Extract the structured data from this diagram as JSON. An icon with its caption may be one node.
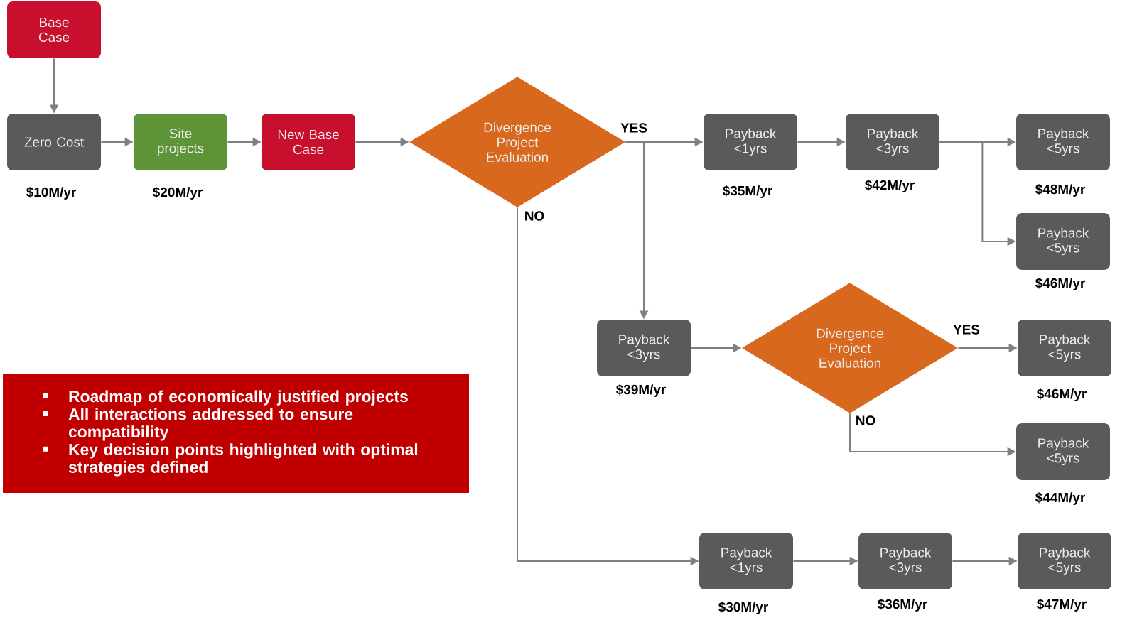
{
  "diagram": {
    "nodes": [
      {
        "text": [
          "Base Case"
        ]
      },
      {
        "text": [
          "Zero Cost"
        ],
        "beside": [
          "$10M/yr"
        ]
      },
      {
        "text": [
          "Site projects"
        ],
        "beside": [
          "$20M/yr"
        ]
      },
      {
        "text": [
          "New Base Case"
        ]
      },
      {
        "text": [
          "Divergence Project Evaluation"
        ]
      },
      {
        "text": [
          "Payback <1yrs"
        ],
        "beside": [
          "$35M/yr"
        ]
      },
      {
        "text": [
          "Payback <3yrs"
        ],
        "beside": [
          "$42M/yr"
        ]
      },
      {
        "text": [
          "Payback <5yrs"
        ],
        "beside": [
          "$48M/yr"
        ]
      },
      {
        "text": [
          "Payback <5yrs"
        ],
        "beside": [
          "$46M/yr"
        ]
      },
      {
        "text": [
          "Payback <3yrs"
        ],
        "beside": [
          "$39M/yr"
        ]
      },
      {
        "text": [
          "Divergence Project Evaluation"
        ]
      },
      {
        "text": [
          "Payback <5yrs"
        ],
        "beside": [
          "$46M/yr"
        ]
      },
      {
        "text": [
          "Payback <5yrs"
        ],
        "beside": [
          "$44M/yr"
        ]
      },
      {
        "text": [
          "Payback <1yrs"
        ],
        "beside": [
          "$30M/yr"
        ]
      },
      {
        "text": [
          "Payback <3yrs"
        ],
        "beside": [
          "$36M/yr"
        ]
      },
      {
        "text": [
          "Payback <5yrs"
        ],
        "beside": [
          "$47M/yr"
        ]
      },
      {
        "text": [
          "Roadmap of economically justified projects",
          "All interactions addressed to ensure compatibility",
          "Key decision points highlighted with optimal strategies defined"
        ]
      }
    ],
    "edges": [
      {
        "from": 0,
        "to": 1,
        "arrow": "to"
      },
      {
        "from": 1,
        "to": 2,
        "arrow": "to"
      },
      {
        "from": 2,
        "to": 3,
        "arrow": "to"
      },
      {
        "from": 3,
        "to": 4,
        "arrow": "to"
      },
      {
        "from": 4,
        "to": 5,
        "arrow": "to",
        "label": "YES"
      },
      {
        "from": 5,
        "to": 6,
        "arrow": "to"
      },
      {
        "from": 6,
        "to": 7,
        "arrow": "to"
      },
      {
        "from": 6,
        "to": 8,
        "arrow": "to"
      },
      {
        "from": 4,
        "to": 9,
        "arrow": "to"
      },
      {
        "from": 4,
        "to": 13,
        "arrow": "to",
        "label": "NO"
      },
      {
        "from": 9,
        "to": 10,
        "arrow": "to"
      },
      {
        "from": 10,
        "to": 11,
        "arrow": "to",
        "label": "YES"
      },
      {
        "from": 10,
        "to": 12,
        "arrow": "to",
        "label": "NO"
      },
      {
        "from": 13,
        "to": 14,
        "arrow": "to"
      },
      {
        "from": 14,
        "to": 15,
        "arrow": "to"
      }
    ]
  }
}
